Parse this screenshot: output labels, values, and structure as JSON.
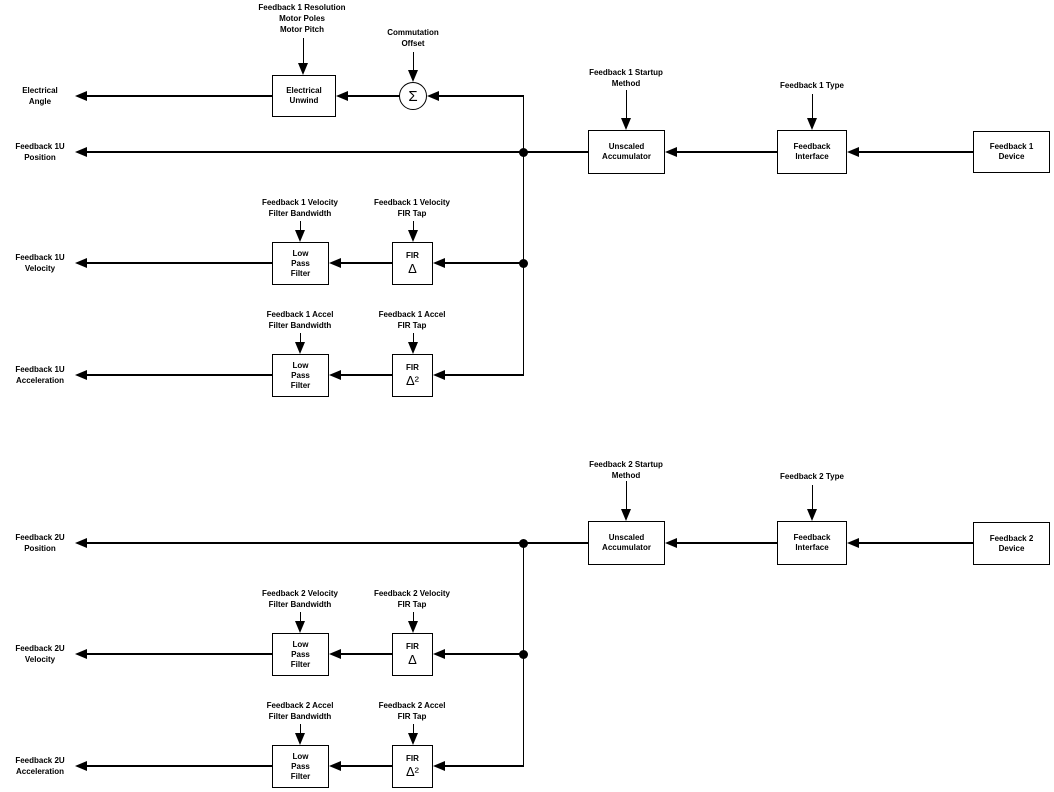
{
  "colors": {
    "line": "#000000",
    "background": "#ffffff",
    "text": "#000000"
  },
  "s1": {
    "labels": {
      "resolution": "Feedback 1 Resolution\nMotor Poles\nMotor Pitch",
      "commutation_offset": "Commutation\nOffset",
      "startup_method": "Feedback 1 Startup\nMethod",
      "type": "Feedback 1 Type",
      "velocity_filter_bandwidth": "Feedback 1 Velocity\nFilter Bandwidth",
      "velocity_fir_tap": "Feedback 1 Velocity\nFIR Tap",
      "accel_filter_bandwidth": "Feedback 1 Accel\nFilter Bandwidth",
      "accel_fir_tap": "Feedback 1 Accel\nFIR Tap"
    },
    "outputs": {
      "electrical_angle": "Electrical\nAngle",
      "position": "Feedback 1U\nPosition",
      "velocity": "Feedback 1U\nVelocity",
      "acceleration": "Feedback 1U\nAcceleration"
    },
    "blocks": {
      "electrical_unwind": "Electrical\nUnwind",
      "sum_symbol": "Σ",
      "unscaled_accumulator": "Unscaled\nAccumulator",
      "feedback_interface": "Feedback\nInterface",
      "device": "Feedback 1\nDevice",
      "velocity_lpf": "Low\nPass\nFilter",
      "velocity_fir_title": "FIR",
      "velocity_fir_symbol": "Δ",
      "accel_lpf": "Low\nPass\nFilter",
      "accel_fir_title": "FIR",
      "accel_fir_symbol": "Δ²"
    }
  },
  "s2": {
    "labels": {
      "startup_method": "Feedback 2 Startup\nMethod",
      "type": "Feedback 2 Type",
      "velocity_filter_bandwidth": "Feedback 2 Velocity\nFilter Bandwidth",
      "velocity_fir_tap": "Feedback 2 Velocity\nFIR Tap",
      "accel_filter_bandwidth": "Feedback 2 Accel\nFilter Bandwidth",
      "accel_fir_tap": "Feedback 2 Accel\nFIR Tap"
    },
    "outputs": {
      "position": "Feedback 2U\nPosition",
      "velocity": "Feedback 2U\nVelocity",
      "acceleration": "Feedback 2U\nAcceleration"
    },
    "blocks": {
      "unscaled_accumulator": "Unscaled\nAccumulator",
      "feedback_interface": "Feedback\nInterface",
      "device": "Feedback 2\nDevice",
      "velocity_lpf": "Low\nPass\nFilter",
      "velocity_fir_title": "FIR",
      "velocity_fir_symbol": "Δ",
      "accel_lpf": "Low\nPass\nFilter",
      "accel_fir_title": "FIR",
      "accel_fir_symbol": "Δ²"
    }
  }
}
